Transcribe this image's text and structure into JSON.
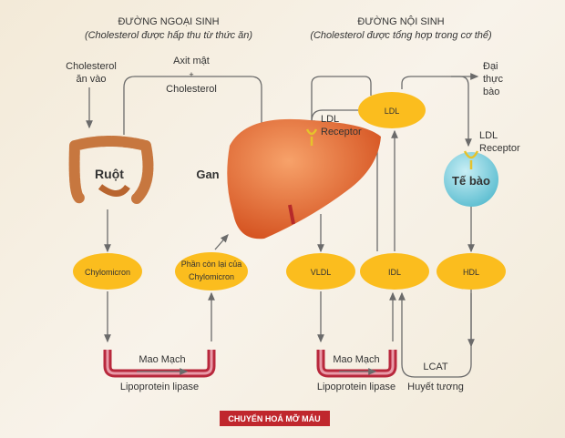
{
  "exogenous": {
    "title": "ĐƯỜNG NGOẠI SINH",
    "subtitle": "(Cholesterol được hấp thu từ thức ăn)"
  },
  "endogenous": {
    "title": "ĐƯỜNG NỘI SINH",
    "subtitle": "(Cholesterol được tổng hợp trong cơ thể)"
  },
  "labels": {
    "dietary_cholesterol_1": "Cholesterol",
    "dietary_cholesterol_2": "ăn vào",
    "bile_acid": "Axit mật",
    "plus": "+",
    "bile_cholesterol": "Cholesterol",
    "intestine": "Ruột",
    "liver": "Gan",
    "ldl_receptor_1": "LDL",
    "ldl_receptor_2": "Receptor",
    "cell_receptor_1": "LDL",
    "cell_receptor_2": "Receptor",
    "cell": "Tế bào",
    "macrophage_1": "Đại",
    "macrophage_2": "thực",
    "macrophage_3": "bào",
    "capillary_left": "Mao Mạch",
    "capillary_right": "Mao Mạch",
    "lipase_left": "Lipoprotein lipase",
    "lipase_right": "Lipoprotein lipase",
    "lcat": "LCAT",
    "plasma": "Huyết tương"
  },
  "nodes": {
    "chylomicron": "Chylomicron",
    "remnant_1": "Phần còn lại của",
    "remnant_2": "Chylomicron",
    "vldl": "VLDL",
    "idl": "IDL",
    "hdl": "HDL",
    "ldl": "LDL"
  },
  "footer": "CHUYỂN HOÁ  MỠ MÁU",
  "colors": {
    "node": "#fbbd1e",
    "liver": "#e8692e",
    "vessel": "#b8283c",
    "cell": "#8fd3e0",
    "footer": "#c0272d"
  }
}
